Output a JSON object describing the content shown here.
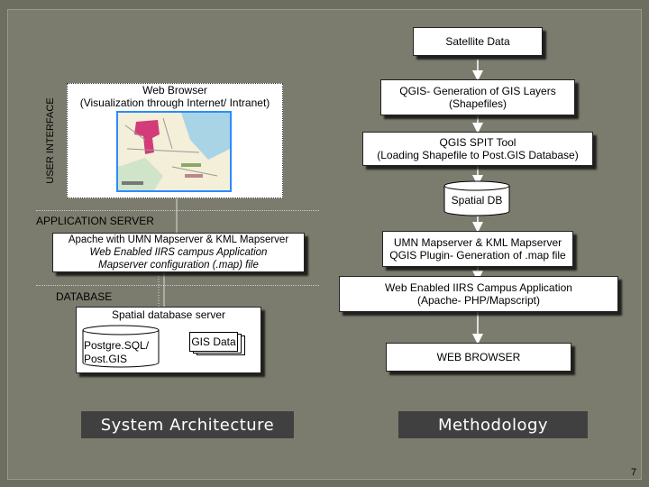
{
  "left": {
    "user_interface_label": "USER INTERFACE",
    "web_browser": {
      "title": "Web Browser",
      "subtitle": "(Visualization through Internet/ Intranet)"
    },
    "application_server_label": "APPLICATION SERVER",
    "apache_box": {
      "line1": "Apache with UMN Mapserver & KML Mapserver",
      "line2": "Web Enabled IIRS campus Application",
      "line3": "Mapserver configuration (.map) file"
    },
    "database_label": "DATABASE",
    "spatial_db_server": "Spatial database server",
    "postgres": "Postgre.SQL/ Post.GIS",
    "gis_data": "GIS Data",
    "section_title": "System Architecture"
  },
  "right": {
    "satellite_data": "Satellite Data",
    "qgis_layers": {
      "line1": "QGIS- Generation of GIS Layers",
      "line2": "(Shapefiles)"
    },
    "qgis_spit": {
      "line1": "QGIS SPIT Tool",
      "line2": "(Loading Shapefile to Post.GIS Database)"
    },
    "spatial_db": "Spatial DB",
    "umn_box": {
      "line1": "UMN Mapserver & KML Mapserver",
      "line2": "QGIS Plugin- Generation of .map file"
    },
    "campus_app": {
      "line1": "Web Enabled IIRS Campus Application",
      "line2": "(Apache- PHP/Mapscript)"
    },
    "web_browser": "WEB BROWSER",
    "section_title": "Methodology"
  },
  "page_number": "7",
  "colors": {
    "background": "#7c7c6e",
    "title_box": "#404040",
    "map_route": "#d23c78",
    "map_water": "#a8d4e6",
    "map_land": "#f4efd8"
  }
}
